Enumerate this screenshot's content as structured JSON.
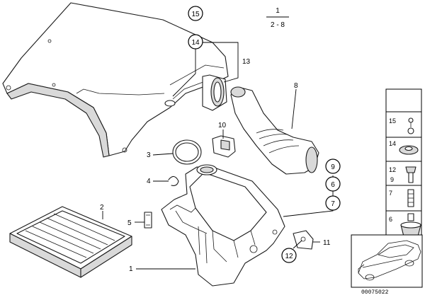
{
  "fraction": {
    "numerator": "1",
    "denominator": "2 - 8"
  },
  "callouts": {
    "c15": "15",
    "c14": "14",
    "c13": "13",
    "c10": "10",
    "c8": "8",
    "c3": "3",
    "c4": "4",
    "c9": "9",
    "c6": "6",
    "c7": "7",
    "c2": "2",
    "c5": "5",
    "c12": "12",
    "c11": "11",
    "c1": "1"
  },
  "side_panel": {
    "rows": [
      {
        "label": "15",
        "sub": ""
      },
      {
        "label": "14",
        "sub": ""
      },
      {
        "label": "12",
        "sub": "9"
      },
      {
        "label": "7",
        "sub": ""
      },
      {
        "label": "6",
        "sub": ""
      }
    ]
  },
  "reference_number": "00075022"
}
